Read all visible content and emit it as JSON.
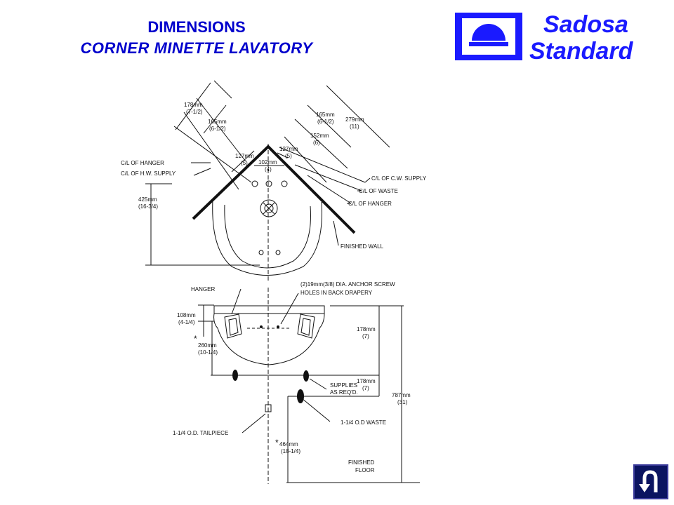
{
  "title": {
    "line1": "DIMENSIONS",
    "line2": "CORNER MINETTE LAVATORY",
    "color": "#0000cc"
  },
  "logo": {
    "brand_top": "Sadosa",
    "brand_bottom": "Standard",
    "color": "#1a1aff"
  },
  "top_view": {
    "labels": {
      "d178": "178mm",
      "d178_in": "(7-1/2)",
      "d165l": "165mm",
      "d165l_in": "(6-1/2)",
      "d165r": "165mm",
      "d165r_in": "(6-1/2)",
      "d279": "279mm",
      "d279_in": "(11)",
      "d152": "152mm",
      "d152_in": "(6)",
      "d127l": "127mm",
      "d127l_in": "(5)",
      "d127r": "127mm",
      "d127r_in": "(5)",
      "d102": "102mm",
      "d102_in": "(4)",
      "d425": "425mm",
      "d425_in": "(16-3/4)",
      "cl_hanger_l": "C/L OF HANGER",
      "cl_hw": "C/L OF H.W. SUPPLY",
      "cl_cw": "C/L OF C.W. SUPPLY",
      "cl_waste": "C/L OF WASTE",
      "cl_hanger_r": "C/L OF HANGER",
      "finished_wall": "FINISHED WALL"
    }
  },
  "front_view": {
    "labels": {
      "hanger": "HANGER",
      "anchor1": "(2)19mm(3/8) DIA. ANCHOR SCREW",
      "anchor2": "HOLES IN BACK DRAPERY",
      "d108": "108mm",
      "d108_in": "(4-1/4)",
      "star1": "*",
      "d260": "260mm",
      "d260_in": "(10-1/4)",
      "d178a": "178mm",
      "d178a_in": "(7)",
      "d178b": "178mm",
      "d178b_in": "(7)",
      "d787": "787mm",
      "d787_in": "(31)",
      "supplies1": "SUPPLIES",
      "supplies2": "AS REQ'D.",
      "waste": "1-1/4 O.D WASTE",
      "tailpiece": "1-1/4 O.D. TAILPIECE",
      "star2": "*",
      "d464": "464mm",
      "d464_in": "(18-1/4)",
      "floor1": "FINISHED",
      "floor2": "FLOOR"
    }
  },
  "nav": {
    "icon": "u-turn-back-icon",
    "bg": "#0b1460"
  }
}
